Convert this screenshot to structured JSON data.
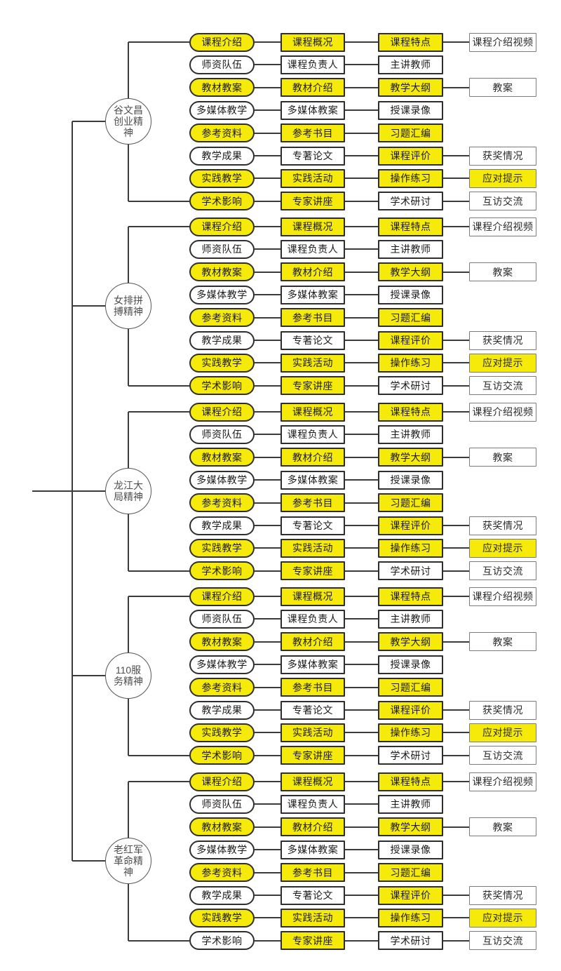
{
  "canvas": {
    "background": "#FFFFFF"
  },
  "colors": {
    "node_yellow": "#F6EA0B",
    "node_white": "#FFFFFF",
    "border_dark": "#2E2E2E",
    "border_gray": "#7A7A7A",
    "line": "#3C3C3C",
    "node_text": "#1A1A1A",
    "circle_text": "#4D4D4D"
  },
  "groups": [
    {
      "circle": {
        "label": "谷文昌创业精神",
        "lines": [
          "谷文昌",
          "创业精",
          "神"
        ]
      },
      "rows": [
        {
          "cells": [
            {
              "label": "课程介绍",
              "fill": "yellow"
            },
            {
              "label": "课程概况",
              "fill": "yellow"
            },
            {
              "label": "课程特点",
              "fill": "yellow"
            },
            {
              "label": "课程介绍视频",
              "fill": "white"
            }
          ]
        },
        {
          "cells": [
            {
              "label": "师资队伍",
              "fill": "white"
            },
            {
              "label": "课程负责人",
              "fill": "white"
            },
            {
              "label": "主讲教师",
              "fill": "white"
            }
          ]
        },
        {
          "cells": [
            {
              "label": "教材教案",
              "fill": "yellow"
            },
            {
              "label": "教材介绍",
              "fill": "yellow"
            },
            {
              "label": "教学大纲",
              "fill": "yellow"
            },
            {
              "label": "教案",
              "fill": "white"
            }
          ]
        },
        {
          "cells": [
            {
              "label": "多媒体教学",
              "fill": "white"
            },
            {
              "label": "多媒体教案",
              "fill": "white"
            },
            {
              "label": "授课录像",
              "fill": "white"
            }
          ]
        },
        {
          "cells": [
            {
              "label": "参考资料",
              "fill": "yellow"
            },
            {
              "label": "参考书目",
              "fill": "yellow"
            },
            {
              "label": "习题汇编",
              "fill": "yellow"
            }
          ]
        },
        {
          "cells": [
            {
              "label": "教学成果",
              "fill": "white"
            },
            {
              "label": "专著论文",
              "fill": "white"
            },
            {
              "label": "课程评价",
              "fill": "yellow"
            },
            {
              "label": "获奖情况",
              "fill": "white"
            }
          ]
        },
        {
          "cells": [
            {
              "label": "实践教学",
              "fill": "yellow"
            },
            {
              "label": "实践活动",
              "fill": "yellow"
            },
            {
              "label": "操作练习",
              "fill": "yellow"
            },
            {
              "label": "应对提示",
              "fill": "yellow"
            }
          ]
        },
        {
          "cells": [
            {
              "label": "学术影响",
              "fill": "yellow"
            },
            {
              "label": "专家讲座",
              "fill": "yellow"
            },
            {
              "label": "学术研讨",
              "fill": "white"
            },
            {
              "label": "互访交流",
              "fill": "white"
            }
          ]
        }
      ]
    },
    {
      "circle": {
        "label": "女排拼搏精神",
        "lines": [
          "女排拼",
          "搏精神"
        ]
      },
      "rows": [
        {
          "cells": [
            {
              "label": "课程介绍",
              "fill": "yellow"
            },
            {
              "label": "课程概况",
              "fill": "yellow"
            },
            {
              "label": "课程特点",
              "fill": "yellow"
            },
            {
              "label": "课程介绍视频",
              "fill": "white"
            }
          ]
        },
        {
          "cells": [
            {
              "label": "师资队伍",
              "fill": "white"
            },
            {
              "label": "课程负责人",
              "fill": "white"
            },
            {
              "label": "主讲教师",
              "fill": "white"
            }
          ]
        },
        {
          "cells": [
            {
              "label": "教材教案",
              "fill": "yellow"
            },
            {
              "label": "教材介绍",
              "fill": "yellow"
            },
            {
              "label": "教学大纲",
              "fill": "yellow"
            },
            {
              "label": "教案",
              "fill": "white"
            }
          ]
        },
        {
          "cells": [
            {
              "label": "多媒体教学",
              "fill": "white"
            },
            {
              "label": "多媒体教案",
              "fill": "white"
            },
            {
              "label": "授课录像",
              "fill": "white"
            }
          ]
        },
        {
          "cells": [
            {
              "label": "参考资料",
              "fill": "yellow"
            },
            {
              "label": "参考书目",
              "fill": "yellow"
            },
            {
              "label": "习题汇编",
              "fill": "yellow"
            }
          ]
        },
        {
          "cells": [
            {
              "label": "教学成果",
              "fill": "white"
            },
            {
              "label": "专著论文",
              "fill": "white"
            },
            {
              "label": "课程评价",
              "fill": "yellow"
            },
            {
              "label": "获奖情况",
              "fill": "white"
            }
          ]
        },
        {
          "cells": [
            {
              "label": "实践教学",
              "fill": "yellow"
            },
            {
              "label": "实践活动",
              "fill": "yellow"
            },
            {
              "label": "操作练习",
              "fill": "yellow"
            },
            {
              "label": "应对提示",
              "fill": "yellow"
            }
          ]
        },
        {
          "cells": [
            {
              "label": "学术影响",
              "fill": "yellow"
            },
            {
              "label": "专家讲座",
              "fill": "yellow"
            },
            {
              "label": "学术研讨",
              "fill": "white"
            },
            {
              "label": "互访交流",
              "fill": "white"
            }
          ]
        }
      ]
    },
    {
      "circle": {
        "label": "龙江大局精神",
        "lines": [
          "龙江大",
          "局精神"
        ]
      },
      "rows": [
        {
          "cells": [
            {
              "label": "课程介绍",
              "fill": "yellow"
            },
            {
              "label": "课程概况",
              "fill": "yellow"
            },
            {
              "label": "课程特点",
              "fill": "yellow"
            },
            {
              "label": "课程介绍视频",
              "fill": "white"
            }
          ]
        },
        {
          "cells": [
            {
              "label": "师资队伍",
              "fill": "white"
            },
            {
              "label": "课程负责人",
              "fill": "white"
            },
            {
              "label": "主讲教师",
              "fill": "white"
            }
          ]
        },
        {
          "cells": [
            {
              "label": "教材教案",
              "fill": "yellow"
            },
            {
              "label": "教材介绍",
              "fill": "yellow"
            },
            {
              "label": "教学大纲",
              "fill": "yellow"
            },
            {
              "label": "教案",
              "fill": "white"
            }
          ]
        },
        {
          "cells": [
            {
              "label": "多媒体教学",
              "fill": "white"
            },
            {
              "label": "多媒体教案",
              "fill": "white"
            },
            {
              "label": "授课录像",
              "fill": "white"
            }
          ]
        },
        {
          "cells": [
            {
              "label": "参考资料",
              "fill": "yellow"
            },
            {
              "label": "参考书目",
              "fill": "yellow"
            },
            {
              "label": "习题汇编",
              "fill": "yellow"
            }
          ]
        },
        {
          "cells": [
            {
              "label": "教学成果",
              "fill": "white"
            },
            {
              "label": "专著论文",
              "fill": "white"
            },
            {
              "label": "课程评价",
              "fill": "yellow"
            },
            {
              "label": "获奖情况",
              "fill": "white"
            }
          ]
        },
        {
          "cells": [
            {
              "label": "实践教学",
              "fill": "yellow"
            },
            {
              "label": "实践活动",
              "fill": "yellow"
            },
            {
              "label": "操作练习",
              "fill": "yellow"
            },
            {
              "label": "应对提示",
              "fill": "yellow"
            }
          ]
        },
        {
          "cells": [
            {
              "label": "学术影响",
              "fill": "yellow"
            },
            {
              "label": "专家讲座",
              "fill": "yellow"
            },
            {
              "label": "学术研讨",
              "fill": "white"
            },
            {
              "label": "互访交流",
              "fill": "white"
            }
          ]
        }
      ]
    },
    {
      "circle": {
        "label": "110服务精神",
        "lines": [
          "110服",
          "务精神"
        ]
      },
      "rows": [
        {
          "cells": [
            {
              "label": "课程介绍",
              "fill": "yellow"
            },
            {
              "label": "课程概况",
              "fill": "yellow"
            },
            {
              "label": "课程特点",
              "fill": "yellow"
            },
            {
              "label": "课程介绍视频",
              "fill": "white"
            }
          ]
        },
        {
          "cells": [
            {
              "label": "师资队伍",
              "fill": "white"
            },
            {
              "label": "课程负责人",
              "fill": "white"
            },
            {
              "label": "主讲教师",
              "fill": "white"
            }
          ]
        },
        {
          "cells": [
            {
              "label": "教材教案",
              "fill": "yellow"
            },
            {
              "label": "教材介绍",
              "fill": "yellow"
            },
            {
              "label": "教学大纲",
              "fill": "yellow"
            },
            {
              "label": "教案",
              "fill": "white"
            }
          ]
        },
        {
          "cells": [
            {
              "label": "多媒体教学",
              "fill": "white"
            },
            {
              "label": "多媒体教案",
              "fill": "white"
            },
            {
              "label": "授课录像",
              "fill": "white"
            }
          ]
        },
        {
          "cells": [
            {
              "label": "参考资料",
              "fill": "yellow"
            },
            {
              "label": "参考书目",
              "fill": "yellow"
            },
            {
              "label": "习题汇编",
              "fill": "yellow"
            }
          ]
        },
        {
          "cells": [
            {
              "label": "教学成果",
              "fill": "white"
            },
            {
              "label": "专著论文",
              "fill": "white"
            },
            {
              "label": "课程评价",
              "fill": "yellow"
            },
            {
              "label": "获奖情况",
              "fill": "white"
            }
          ]
        },
        {
          "cells": [
            {
              "label": "实践教学",
              "fill": "yellow"
            },
            {
              "label": "实践活动",
              "fill": "yellow"
            },
            {
              "label": "操作练习",
              "fill": "yellow"
            },
            {
              "label": "应对提示",
              "fill": "yellow"
            }
          ]
        },
        {
          "cells": [
            {
              "label": "学术影响",
              "fill": "yellow"
            },
            {
              "label": "专家讲座",
              "fill": "yellow"
            },
            {
              "label": "学术研讨",
              "fill": "white"
            },
            {
              "label": "互访交流",
              "fill": "white"
            }
          ]
        }
      ]
    },
    {
      "circle": {
        "label": "老红军革命精神",
        "lines": [
          "老红军",
          "革命精",
          "神"
        ]
      },
      "rows": [
        {
          "cells": [
            {
              "label": "课程介绍",
              "fill": "yellow"
            },
            {
              "label": "课程概况",
              "fill": "yellow"
            },
            {
              "label": "课程特点",
              "fill": "yellow"
            },
            {
              "label": "课程介绍视频",
              "fill": "white"
            }
          ]
        },
        {
          "cells": [
            {
              "label": "师资队伍",
              "fill": "white"
            },
            {
              "label": "课程负责人",
              "fill": "white"
            },
            {
              "label": "主讲教师",
              "fill": "white"
            }
          ]
        },
        {
          "cells": [
            {
              "label": "教材教案",
              "fill": "yellow"
            },
            {
              "label": "教材介绍",
              "fill": "yellow"
            },
            {
              "label": "教学大纲",
              "fill": "yellow"
            },
            {
              "label": "教案",
              "fill": "white"
            }
          ]
        },
        {
          "cells": [
            {
              "label": "多媒体教学",
              "fill": "white"
            },
            {
              "label": "多媒体教案",
              "fill": "white"
            },
            {
              "label": "授课录像",
              "fill": "white"
            }
          ]
        },
        {
          "cells": [
            {
              "label": "参考资料",
              "fill": "yellow"
            },
            {
              "label": "参考书目",
              "fill": "yellow"
            },
            {
              "label": "习题汇编",
              "fill": "yellow"
            }
          ]
        },
        {
          "cells": [
            {
              "label": "教学成果",
              "fill": "white"
            },
            {
              "label": "专著论文",
              "fill": "white"
            },
            {
              "label": "课程评价",
              "fill": "yellow"
            },
            {
              "label": "获奖情况",
              "fill": "white"
            }
          ]
        },
        {
          "cells": [
            {
              "label": "实践教学",
              "fill": "yellow"
            },
            {
              "label": "实践活动",
              "fill": "yellow"
            },
            {
              "label": "操作练习",
              "fill": "yellow"
            },
            {
              "label": "应对提示",
              "fill": "yellow"
            }
          ]
        },
        {
          "cells": [
            {
              "label": "学术影响",
              "fill": "white"
            },
            {
              "label": "专家讲座",
              "fill": "yellow"
            },
            {
              "label": "学术研讨",
              "fill": "white"
            },
            {
              "label": "互访交流",
              "fill": "white"
            }
          ]
        }
      ]
    }
  ]
}
